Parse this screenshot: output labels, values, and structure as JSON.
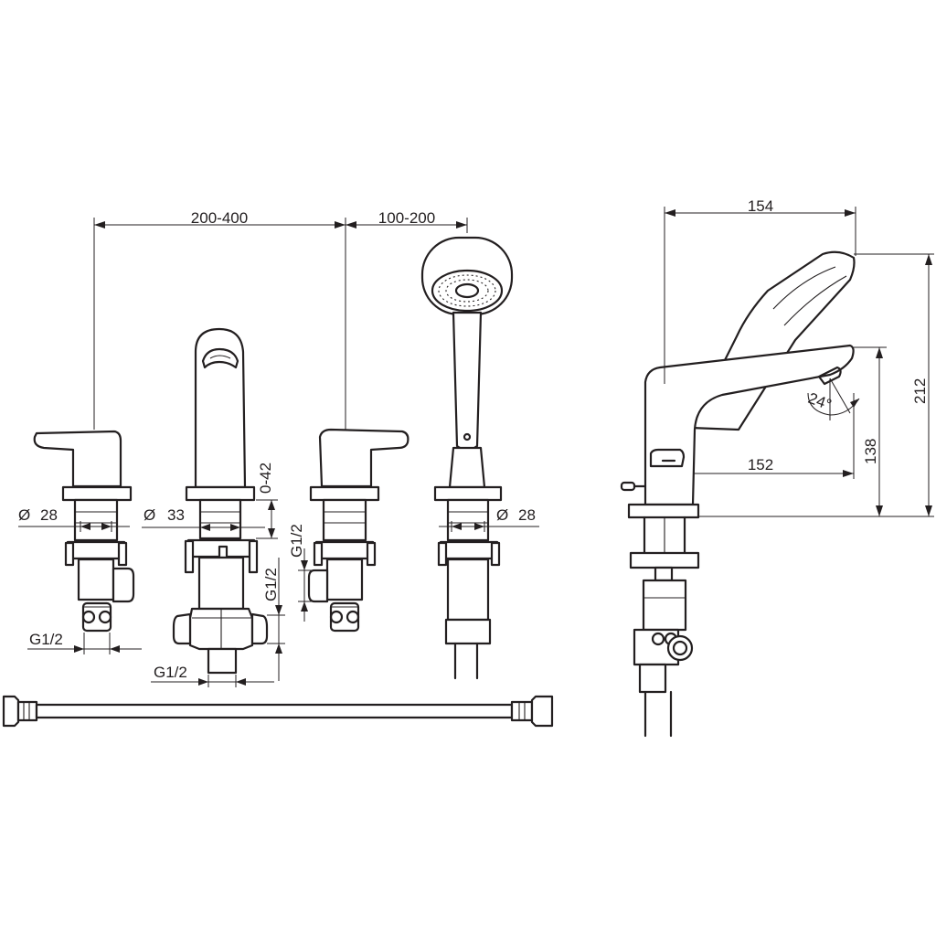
{
  "dimensions": {
    "handle_spacing": "200-400",
    "shower_spacing": "100-200",
    "side_width": "154",
    "side_height_total": "212",
    "spout_height": "138",
    "spout_reach": "152",
    "spout_tilt_angle": "24°",
    "deck_thickness": "0-42"
  },
  "diameters": {
    "left_handle": "28",
    "spout": "33",
    "shower": "28",
    "symbol": "Ø"
  },
  "threads": {
    "left_outlet": "G1/2",
    "center_bottom": "G1/2",
    "center_side": "G1/2",
    "right_inlet": "G1/2"
  },
  "colors": {
    "line": "#231f20",
    "background": "#ffffff"
  }
}
